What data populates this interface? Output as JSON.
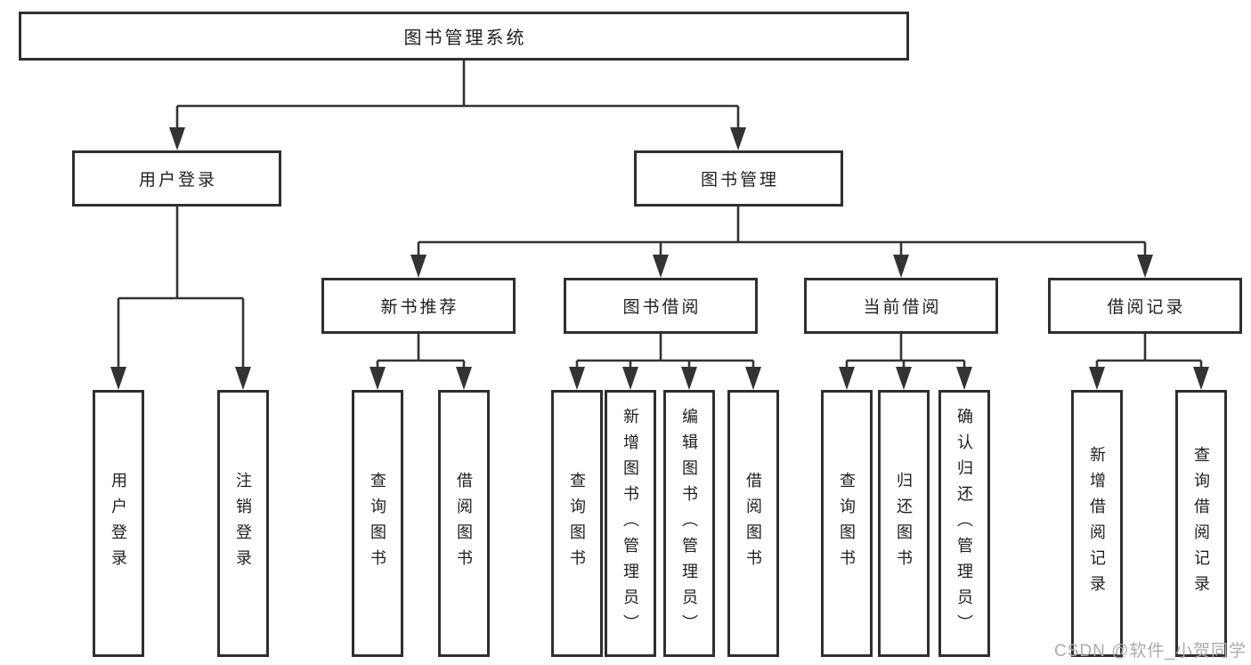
{
  "diagram": {
    "tree": {
      "root": {
        "label": "图书管理系统",
        "children": [
          {
            "label": "用户登录",
            "children": [
              {
                "label": "用户登录"
              },
              {
                "label": "注销登录"
              }
            ]
          },
          {
            "label": "图书管理",
            "children": [
              {
                "label": "新书推荐",
                "children": [
                  {
                    "label": "查询图书"
                  },
                  {
                    "label": "借阅图书"
                  }
                ]
              },
              {
                "label": "图书借阅",
                "children": [
                  {
                    "label": "查询图书"
                  },
                  {
                    "label": "新增图书（管理员）"
                  },
                  {
                    "label": "编辑图书（管理员）"
                  },
                  {
                    "label": "借阅图书"
                  }
                ]
              },
              {
                "label": "当前借阅",
                "children": [
                  {
                    "label": "查询图书"
                  },
                  {
                    "label": "归还图书"
                  },
                  {
                    "label": "确认归还（管理员）"
                  }
                ]
              },
              {
                "label": "借阅记录",
                "children": [
                  {
                    "label": "新增借阅记录"
                  },
                  {
                    "label": "查询借阅记录"
                  }
                ]
              }
            ]
          }
        ]
      }
    },
    "watermark": "CSDN @软件_小贺同学",
    "colors": {
      "line": "#333333",
      "box_border": "#2f2f2f",
      "text": "#1f1f1f",
      "watermark": "#ababab",
      "background": "#ffffff"
    }
  }
}
